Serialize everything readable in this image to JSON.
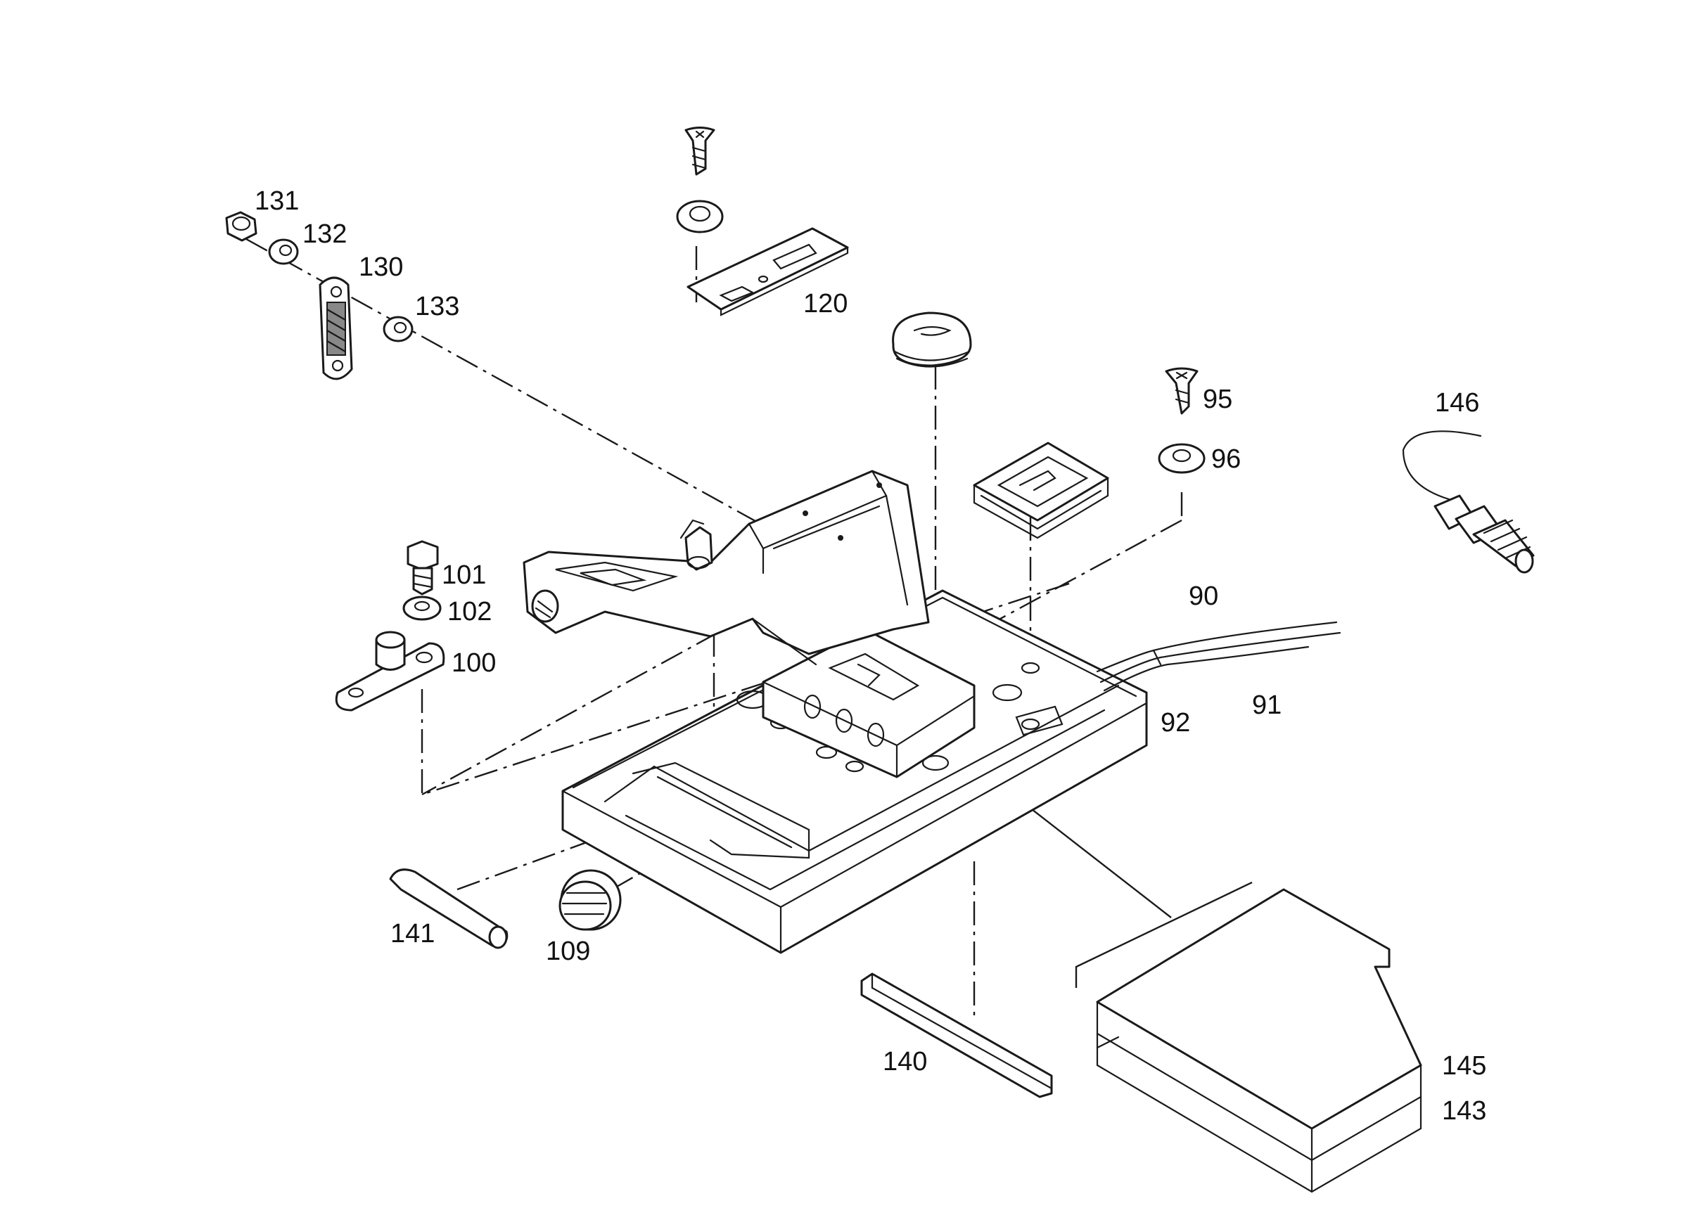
{
  "diagram": {
    "callouts": {
      "p131": "131",
      "p132": "132",
      "p130": "130",
      "p133": "133",
      "p120": "120",
      "p95": "95",
      "p96": "96",
      "p146": "146",
      "p101": "101",
      "p102": "102",
      "p100": "100",
      "p90": "90",
      "p91": "91",
      "p92": "92",
      "p141": "141",
      "p109": "109",
      "p140": "140",
      "p145": "145",
      "p143": "143"
    }
  }
}
